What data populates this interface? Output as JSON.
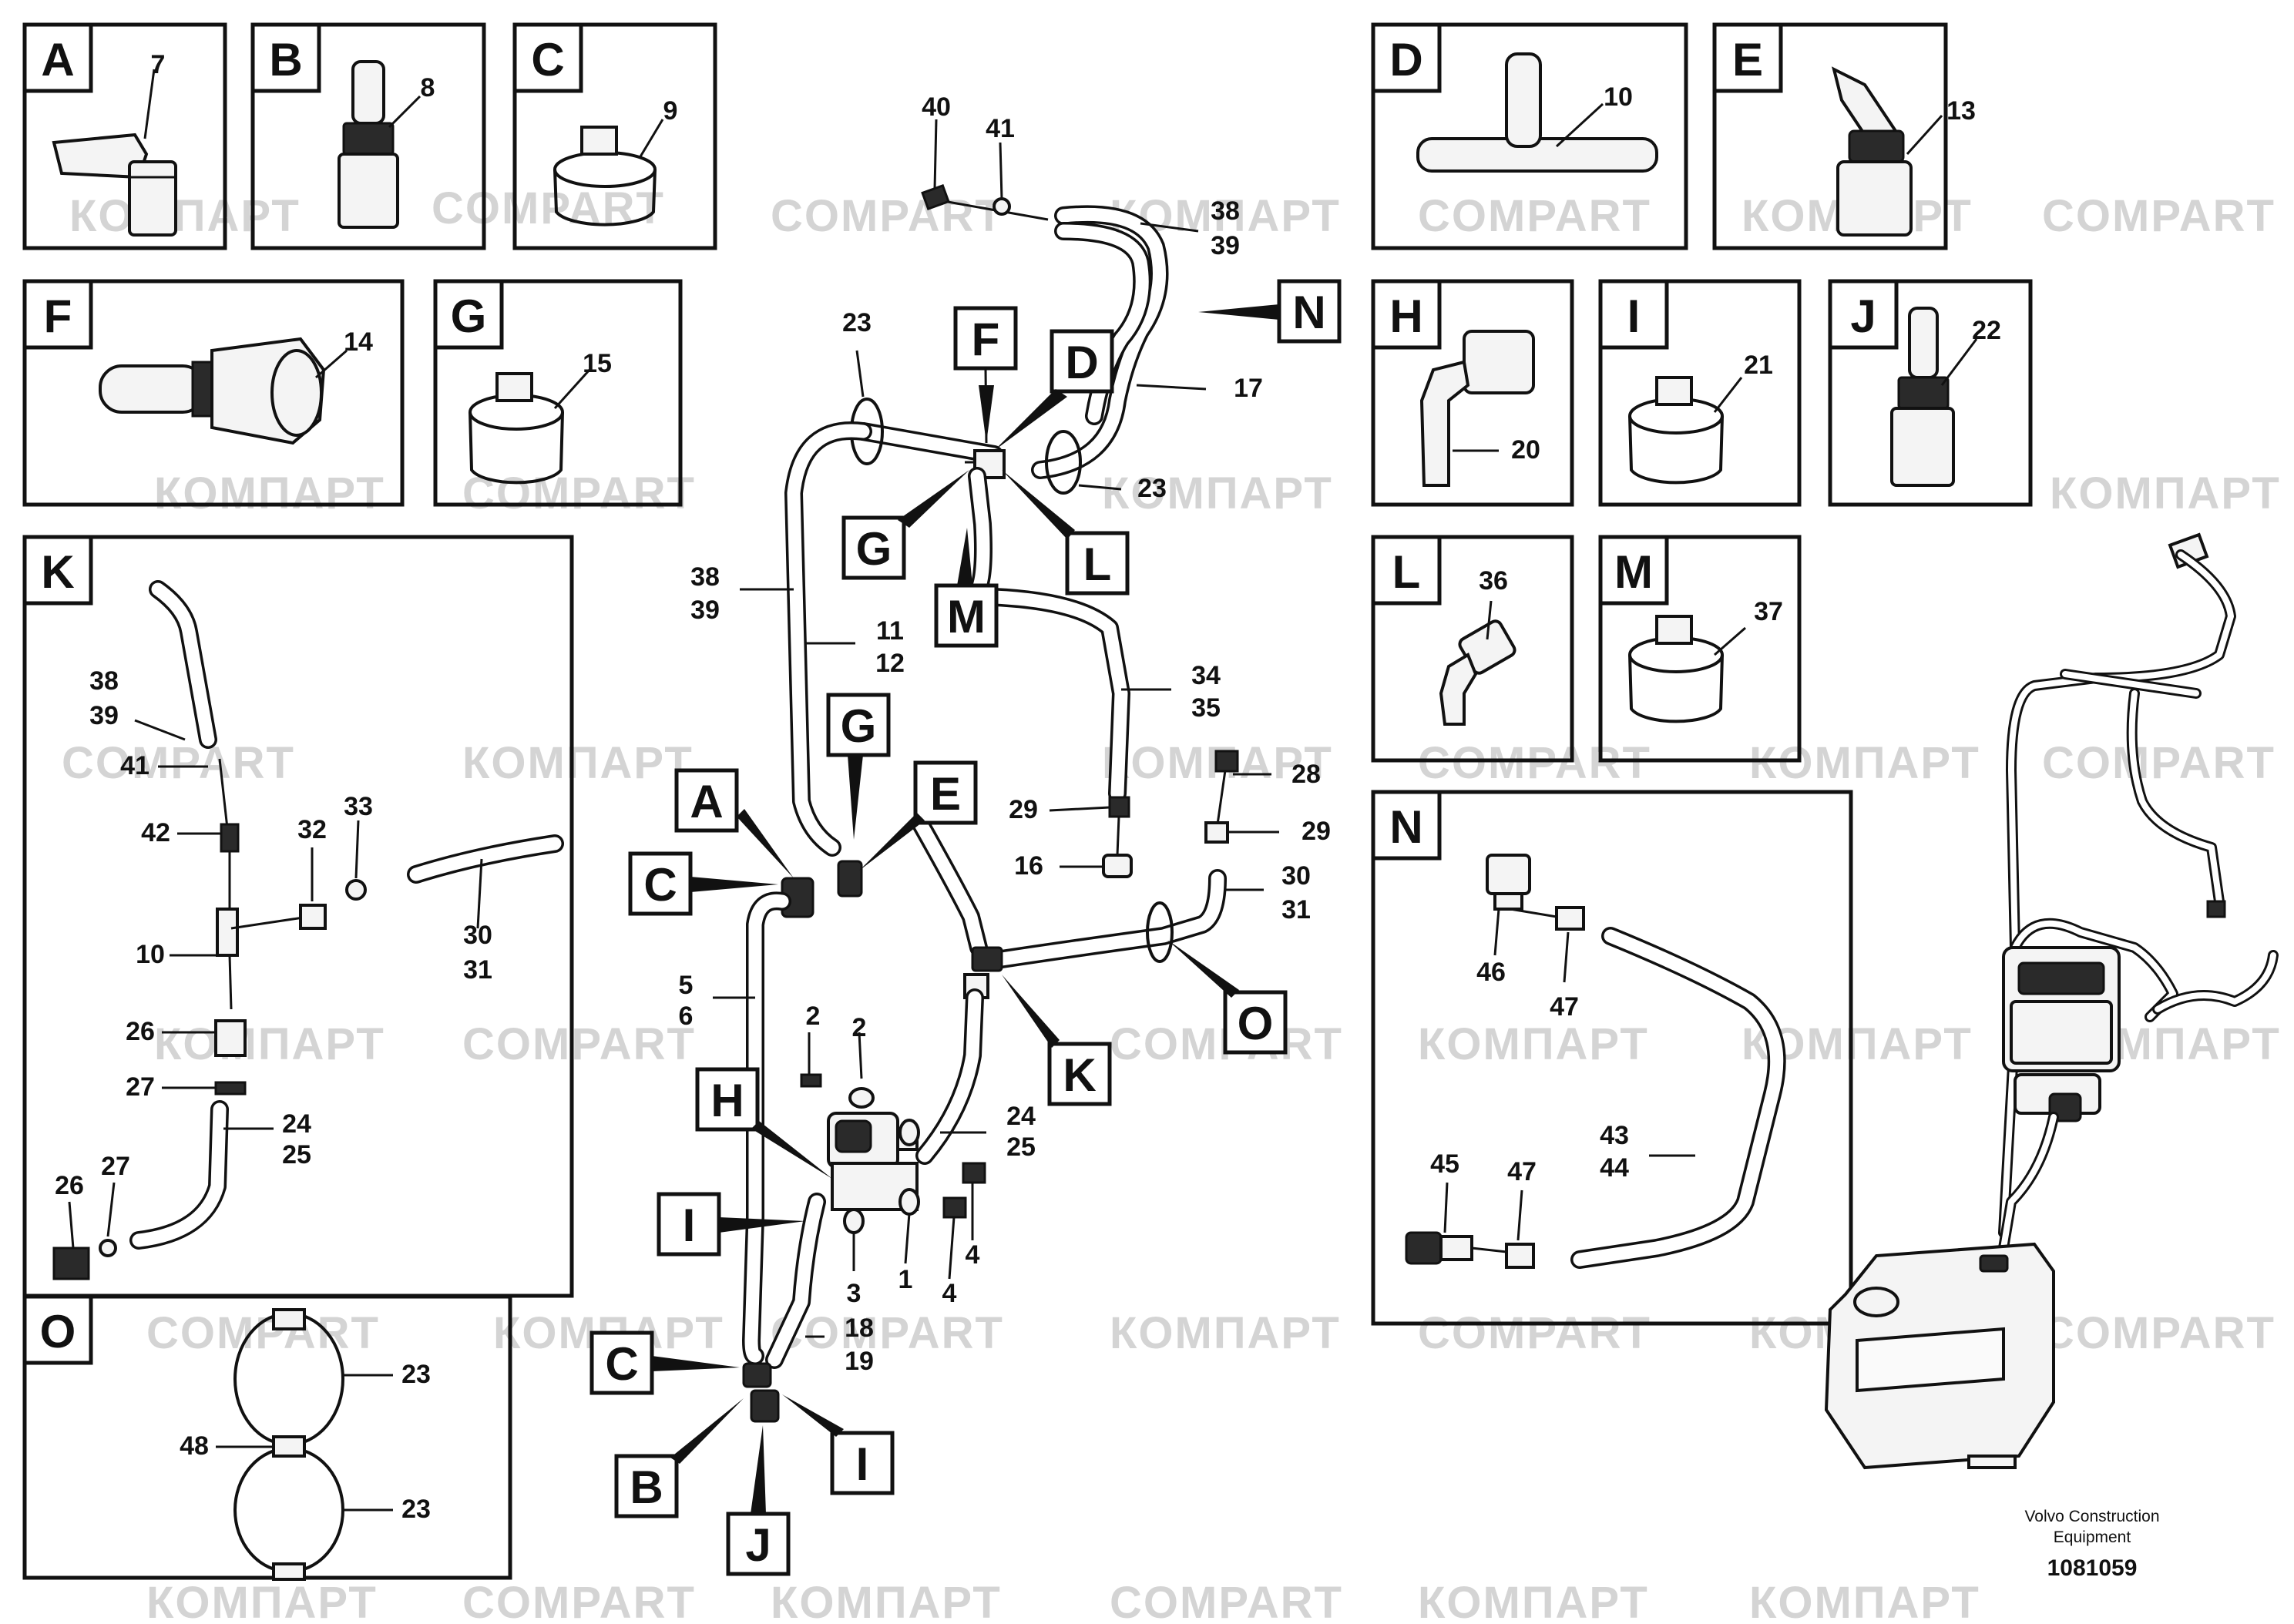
{
  "watermark": "COMPART",
  "watermark_alt": "КОМПАРТ",
  "detail_panels": [
    {
      "letter": "A",
      "parts": [
        "7"
      ]
    },
    {
      "letter": "B",
      "parts": [
        "8"
      ]
    },
    {
      "letter": "C",
      "parts": [
        "9"
      ]
    },
    {
      "letter": "D",
      "parts": [
        "10"
      ]
    },
    {
      "letter": "E",
      "parts": [
        "13"
      ]
    },
    {
      "letter": "F",
      "parts": [
        "14"
      ]
    },
    {
      "letter": "G",
      "parts": [
        "15"
      ]
    },
    {
      "letter": "H",
      "parts": [
        "20"
      ]
    },
    {
      "letter": "I",
      "parts": [
        "21"
      ]
    },
    {
      "letter": "J",
      "parts": [
        "22"
      ]
    },
    {
      "letter": "K",
      "parts": [
        "38",
        "39",
        "41",
        "42",
        "32",
        "33",
        "10",
        "30",
        "31",
        "26",
        "27",
        "24",
        "25",
        "26",
        "27"
      ]
    },
    {
      "letter": "L",
      "parts": [
        "36"
      ]
    },
    {
      "letter": "M",
      "parts": [
        "37"
      ]
    },
    {
      "letter": "N",
      "parts": [
        "46",
        "47",
        "43",
        "44",
        "45",
        "47"
      ]
    },
    {
      "letter": "O",
      "parts": [
        "23",
        "48",
        "23"
      ]
    }
  ],
  "main_labels": {
    "n40": "40",
    "n41": "41",
    "n38": "38",
    "n39": "39",
    "n17": "17",
    "n23a": "23",
    "n23b": "23",
    "n38b": "38",
    "n39b": "39",
    "n11": "11",
    "n12": "12",
    "n34": "34",
    "n35": "35",
    "n28": "28",
    "n29a": "29",
    "n29b": "29",
    "n16": "16",
    "n30": "30",
    "n31": "31",
    "n5": "5",
    "n6": "6",
    "n2a": "2",
    "n2b": "2",
    "n24": "24",
    "n25": "25",
    "n4a": "4",
    "n4b": "4",
    "n3": "3",
    "n1": "1",
    "n18": "18",
    "n19": "19"
  },
  "callouts": [
    "F",
    "D",
    "N",
    "G",
    "L",
    "M",
    "G",
    "A",
    "E",
    "C",
    "O",
    "K",
    "H",
    "I",
    "C",
    "B",
    "I",
    "J"
  ],
  "footer": {
    "credit_line1": "Volvo Construction",
    "credit_line2": "Equipment",
    "doc_number": "1081059"
  }
}
